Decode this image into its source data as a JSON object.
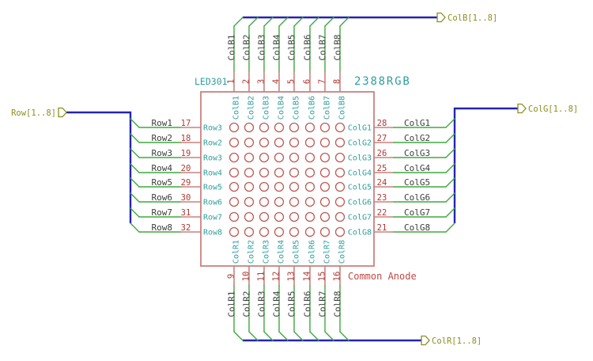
{
  "component": {
    "reference": "LED301",
    "value": "2388RGB",
    "note": "Common Anode",
    "matrix_rows": 8,
    "matrix_cols": 8
  },
  "global_labels": {
    "row": "Row[1..8]",
    "col_b": "ColB[1..8]",
    "col_g": "ColG[1..8]",
    "col_r": "ColR[1..8]"
  },
  "sides": {
    "left": {
      "wire_labels": [
        "Row1",
        "Row2",
        "Row3",
        "Row4",
        "Row5",
        "Row6",
        "Row7",
        "Row8"
      ],
      "pin_numbers": [
        "17",
        "18",
        "19",
        "20",
        "29",
        "30",
        "31",
        "32"
      ],
      "pin_names": [
        "Row3",
        "Row2",
        "Row3",
        "Row4",
        "Row5",
        "Row6",
        "Row7",
        "Row8"
      ]
    },
    "top": {
      "wire_labels": [
        "ColB1",
        "ColB2",
        "ColB3",
        "ColB4",
        "ColB5",
        "ColB6",
        "ColB7",
        "ColB8"
      ],
      "pin_numbers": [
        "1",
        "2",
        "3",
        "4",
        "5",
        "6",
        "7",
        "8"
      ],
      "pin_names": [
        "ColB1",
        "ColB2",
        "ColB3",
        "ColB4",
        "ColB5",
        "ColB6",
        "ColB7",
        "ColB8"
      ]
    },
    "right": {
      "wire_labels": [
        "ColG1",
        "ColG2",
        "ColG3",
        "ColG4",
        "ColG5",
        "ColG6",
        "ColG7",
        "ColG8"
      ],
      "pin_numbers": [
        "28",
        "27",
        "26",
        "25",
        "24",
        "23",
        "22",
        "21"
      ],
      "pin_names": [
        "ColG1",
        "ColG2",
        "ColG3",
        "ColG4",
        "ColG5",
        "ColG6",
        "ColG7",
        "ColG8"
      ]
    },
    "bottom": {
      "wire_labels": [
        "ColR1",
        "ColR2",
        "ColR3",
        "ColR4",
        "ColR5",
        "ColR6",
        "ColR7",
        "ColR8"
      ],
      "pin_numbers": [
        "9",
        "10",
        "11",
        "12",
        "13",
        "14",
        "15",
        "16"
      ],
      "pin_names": [
        "ColR1",
        "ColR2",
        "ColR3",
        "ColR4",
        "ColR5",
        "ColR6",
        "ColR7",
        "ColR8"
      ]
    }
  },
  "colors": {
    "background": "#ffffff",
    "body": "#c8827f",
    "circle": "#c05b57",
    "pin_number": "#ae3a33",
    "pin_name": "#2f9e9e",
    "reference": "#2f9e9e",
    "value": "#2f9e9e",
    "note": "#c04a44",
    "wire": "#3ea83e",
    "bus": "#2424b2",
    "net_label": "#3c3c3c",
    "global_label": "#8d8d20"
  }
}
